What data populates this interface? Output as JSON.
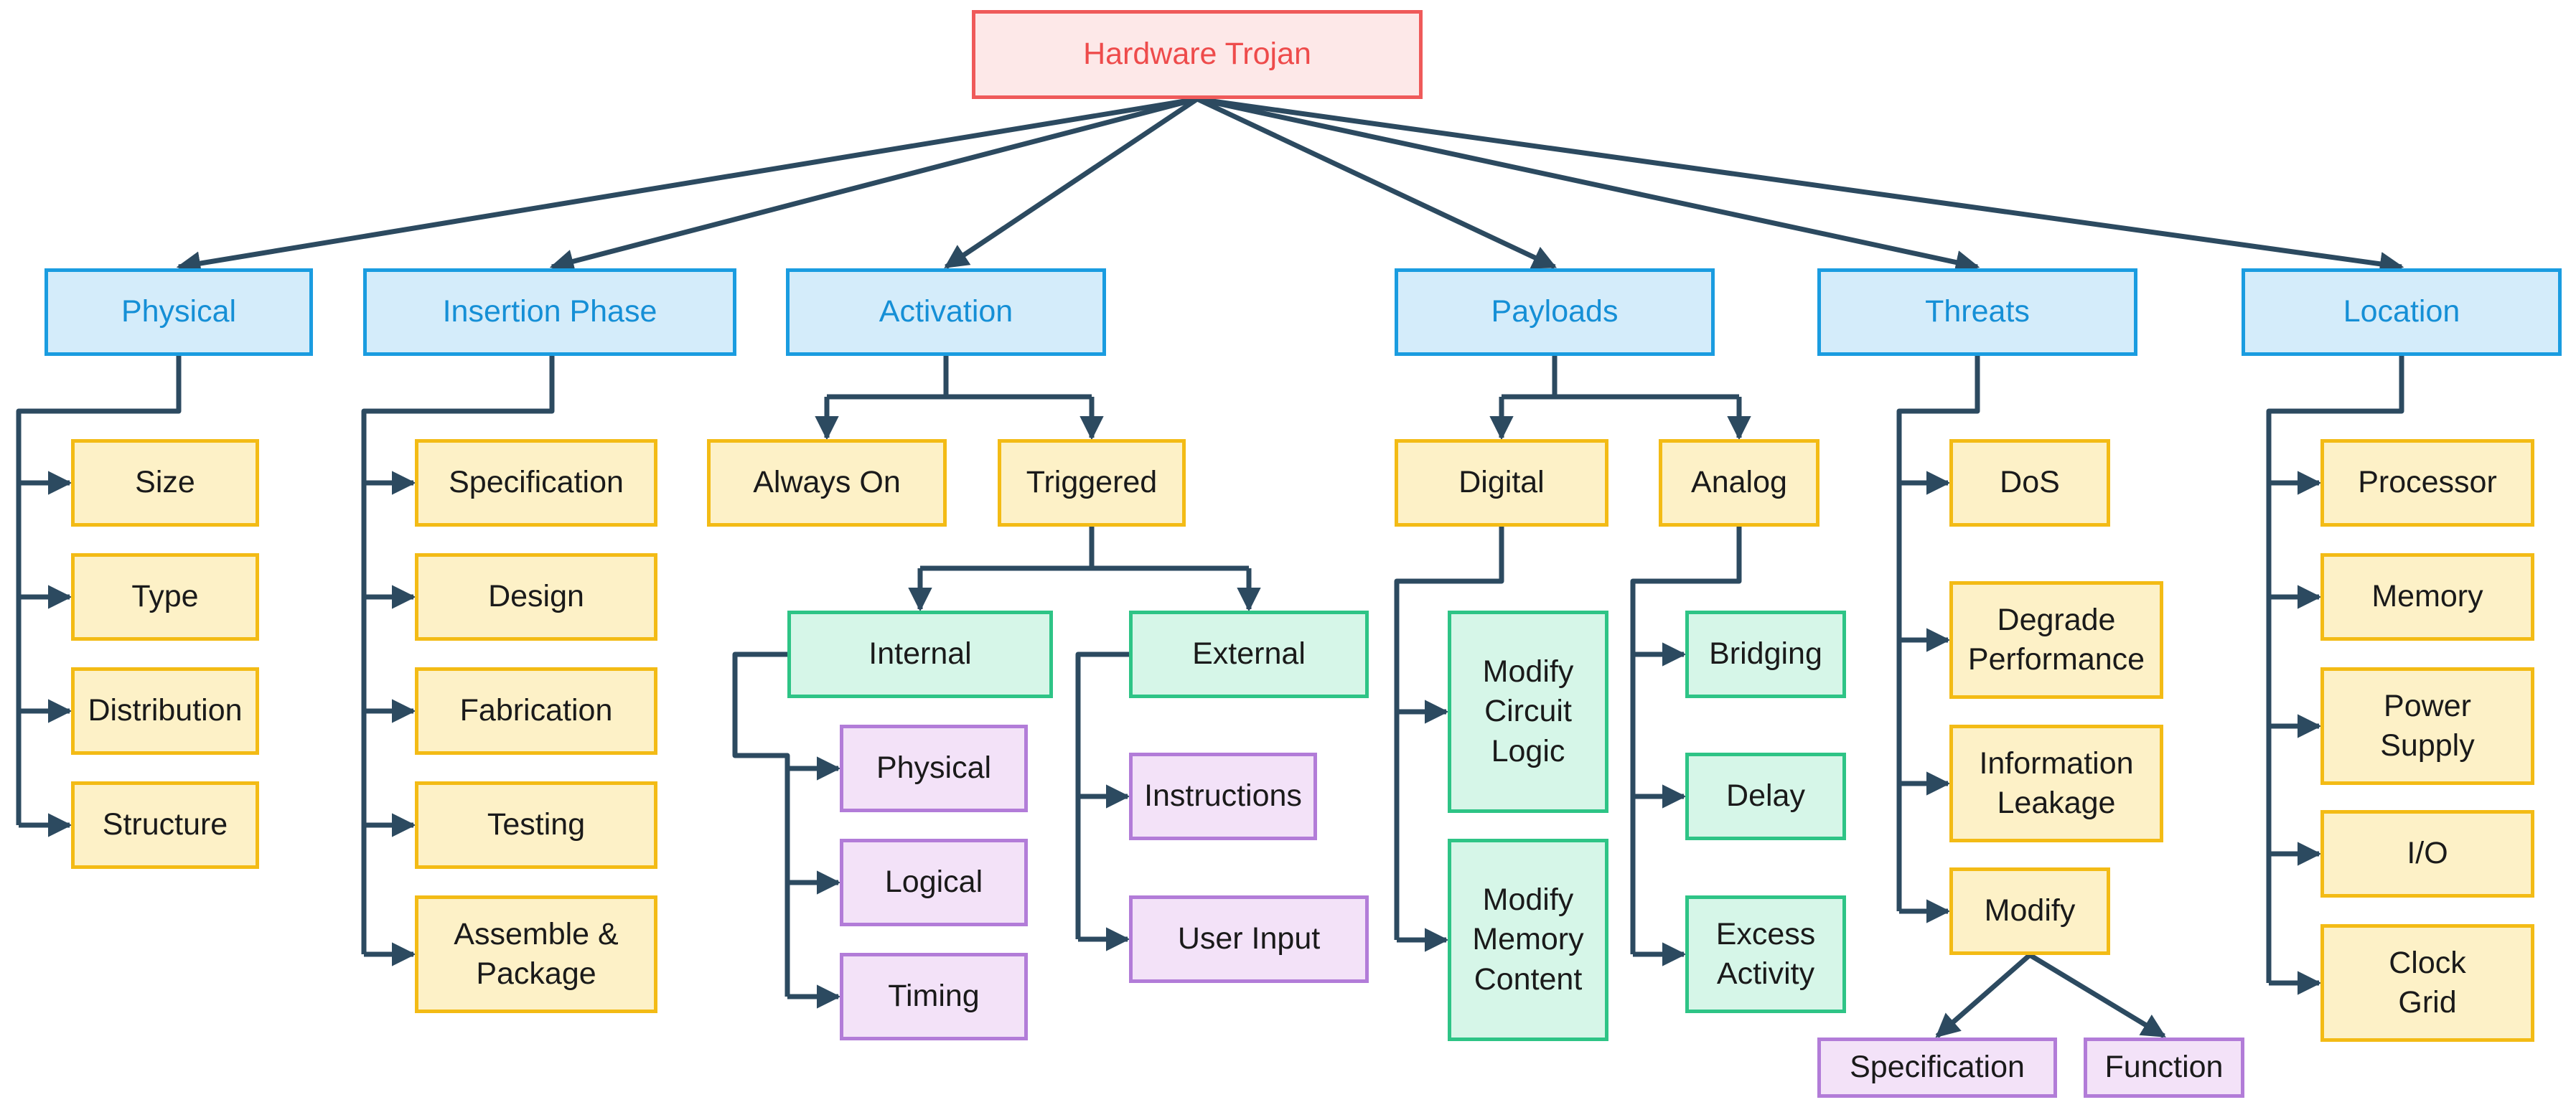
{
  "colors": {
    "line": "#2c4a60",
    "root_border": "#ef5a5a",
    "category_border": "#1a9ce0",
    "sub_border": "#f3bb15",
    "green_border": "#2ec486",
    "purple_border": "#b27cd8"
  },
  "root": {
    "label": "Hardware Trojan"
  },
  "categories": {
    "physical": {
      "label": "Physical",
      "items": [
        "Size",
        "Type",
        "Distribution",
        "Structure"
      ]
    },
    "insertion_phase": {
      "label": "Insertion Phase",
      "items": [
        "Specification",
        "Design",
        "Fabrication",
        "Testing",
        "Assemble &\nPackage"
      ]
    },
    "activation": {
      "label": "Activation",
      "always_on": "Always On",
      "triggered": {
        "label": "Triggered",
        "internal": {
          "label": "Internal",
          "items": [
            "Physical",
            "Logical",
            "Timing"
          ]
        },
        "external": {
          "label": "External",
          "items": [
            "Instructions",
            "User Input"
          ]
        }
      }
    },
    "payloads": {
      "label": "Payloads",
      "digital": {
        "label": "Digital",
        "items": [
          "Modify\nCircuit\nLogic",
          "Modify\nMemory\nContent"
        ]
      },
      "analog": {
        "label": "Analog",
        "items": [
          "Bridging",
          "Delay",
          "Excess\nActivity"
        ]
      }
    },
    "threats": {
      "label": "Threats",
      "items": [
        "DoS",
        "Degrade\nPerformance",
        "Information\nLeakage"
      ],
      "modify": {
        "label": "Modify",
        "items": [
          "Specification",
          "Function"
        ]
      }
    },
    "location": {
      "label": "Location",
      "items": [
        "Processor",
        "Memory",
        "Power\nSupply",
        "I/O",
        "Clock\nGrid"
      ]
    }
  }
}
